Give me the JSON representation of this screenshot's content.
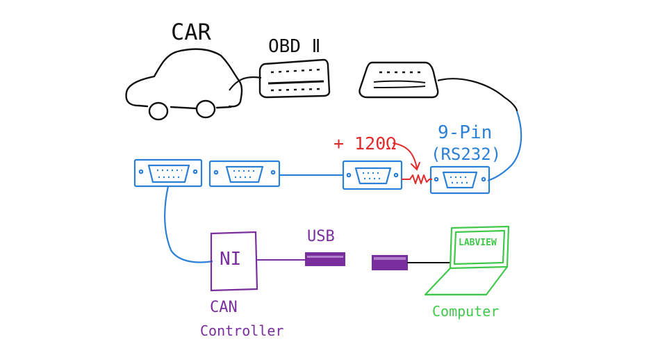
{
  "labels": {
    "car": "CAR",
    "obd": "OBD Ⅱ",
    "resistor": "+ 120Ω",
    "pin_title": "9-Pin",
    "pin_sub": "(RS232)",
    "usb": "USB",
    "ni": "NI",
    "can_line1": "CAN",
    "can_line2": "Controller",
    "labview": "LABVIEW",
    "computer": "Computer"
  },
  "colors": {
    "ink": "#111111",
    "blue": "#2a7fd6",
    "red": "#e22a2a",
    "purple": "#7a2e9e",
    "green": "#3fc84a"
  }
}
